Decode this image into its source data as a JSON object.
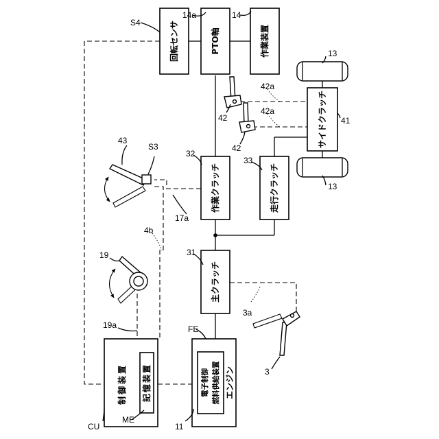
{
  "boxes": {
    "rotation_sensor": "回転センサ",
    "pto_shaft": "PTO軸",
    "work_device": "作業装置",
    "work_clutch": "作業クラッチ",
    "travel_clutch": "走行クラッチ",
    "side_clutch": "サイドクラッチ",
    "main_clutch": "主クラッチ",
    "control_device": "制御装置",
    "memory_device": "記憶装置",
    "engine": "エンジン",
    "fuel_device_line1": "電子制御",
    "fuel_device_line2": "燃料供給装置"
  },
  "refs": {
    "s4": "S4",
    "r14a": "14a",
    "r14": "14",
    "r13_top": "13",
    "r13_bottom": "13",
    "r42a_upper": "42a",
    "r42a_lower": "42a",
    "r42_upper": "42",
    "r42_lower": "42",
    "r41": "41",
    "r43": "43",
    "s3": "S3",
    "r32": "32",
    "r33": "33",
    "r17a": "17a",
    "r4b": "4b",
    "r19": "19",
    "r31": "31",
    "r19a": "19a",
    "r3a": "3a",
    "fe": "FE",
    "r3": "3",
    "me": "ME",
    "cu": "CU",
    "r11": "11"
  }
}
